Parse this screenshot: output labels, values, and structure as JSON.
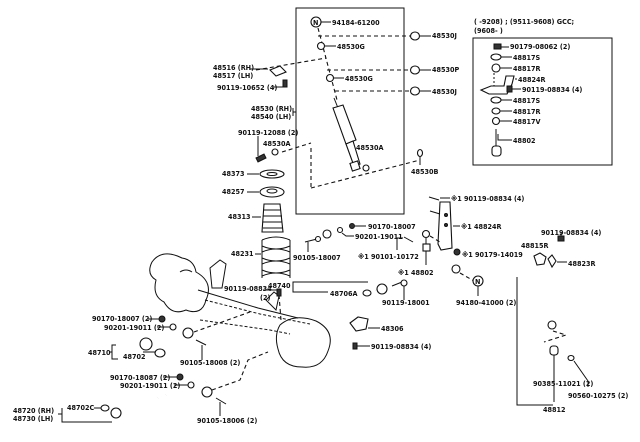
{
  "diagram": {
    "header_line1": "(      -9208) ; (9511-9608) GCC;",
    "header_line2": "(9608-      )",
    "callout_mark": "N",
    "labels": {
      "p94184": "94184-61200",
      "p48530J_a": "48530J",
      "p48530G_a": "48530G",
      "p48516": "48516 (RH)",
      "p48517": "48517 (LH)",
      "p90119_10652": "90119-10652 (4)",
      "p48530P": "48530P",
      "p48530G_b": "48530G",
      "p48530J_b": "48530J",
      "p48530": "48530 (RH)",
      "p48540": "48540 (LH)",
      "p90119_12088": "90119-12088 (2)",
      "p48530A_a": "48530A",
      "p48530A_b": "48530A",
      "p48530B": "48530B",
      "p48373": "48373",
      "p48257": "48257",
      "p48313": "48313",
      "p48231": "48231",
      "p90170_18007": "90170-18007",
      "p90201_19011": "90201-19011",
      "p90105_18007": "90105-18007",
      "p90101_10172": "※1  90101-10172",
      "p48802": "※1 48802",
      "p48740": "48740",
      "p48706A": "48706A",
      "p90119_18001": "90119-18001",
      "p90119_08834_c": "90119-08834",
      "p90119_08834_c2": "(2)",
      "p90170_18007_2a": "90170-18007 (2)",
      "p90201_19011_2a": "90201-19011 (2)",
      "p48710": "48710",
      "p48702": "48702",
      "p90105_18008": "90105-18008 (2)",
      "p48306": "48306",
      "p90119_08834_d": "90119-08834 (4)",
      "p90170_18087": "90170-18087 (2)",
      "p90201_19011_2b": "90201-19011 (2)",
      "p48720": "48720 (RH)",
      "p48730": "48730 (LH)",
      "p48702C": "48702C",
      "p90105_18006": "90105-18006 (2)",
      "p90119_08834_e": "※1 90119-08834 (4)",
      "p48824R": "※1 48824R",
      "p90119_08834_f": "90119-08834 (4)",
      "p48815R": "48815R",
      "p90179_14019": "※1 90179-14019",
      "p48823R": "48823R",
      "p94180": "94180-41000 (2)",
      "p90385": "90385-11021 (2)",
      "p90560": "90560-10275 (2)",
      "p48812": "48812"
    },
    "inset": [
      "90179-08062 (2)",
      "48817S",
      "48817R",
      "48824R",
      "90119-08834 (4)",
      "48817S",
      "48817R",
      "48817V",
      "48802"
    ]
  }
}
